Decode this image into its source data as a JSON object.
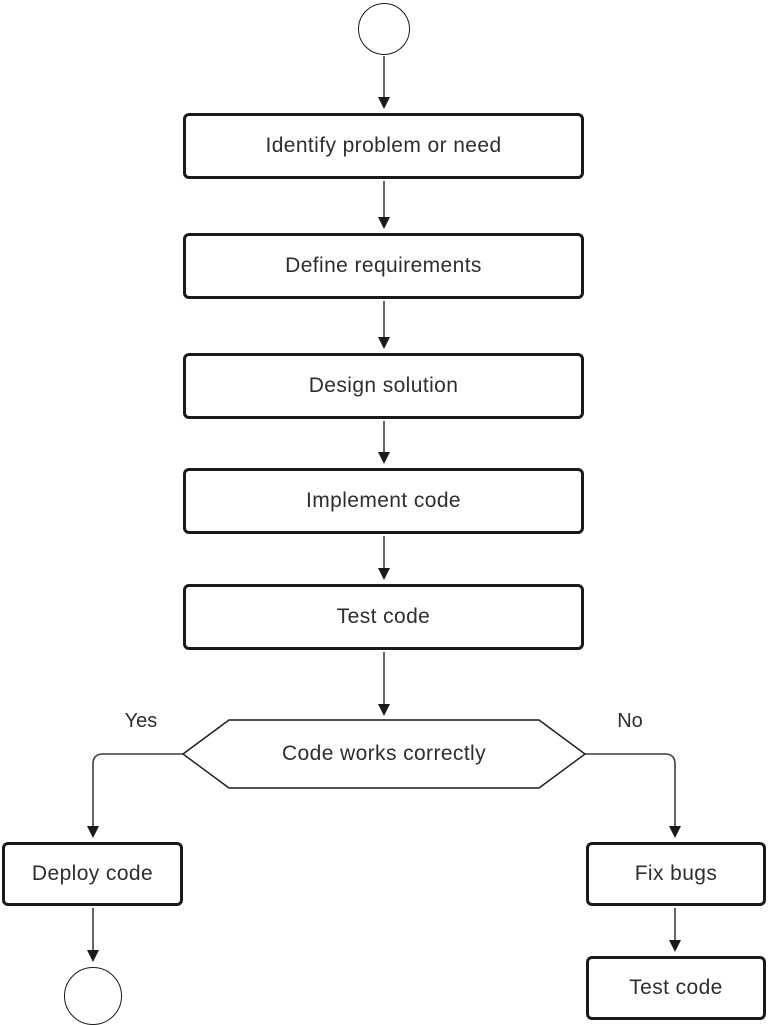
{
  "nodes": {
    "identify": {
      "label": "Identify problem or need"
    },
    "define": {
      "label": "Define requirements"
    },
    "design": {
      "label": "Design solution"
    },
    "implement": {
      "label": "Implement code"
    },
    "test": {
      "label": "Test code"
    },
    "decision": {
      "label": "Code works correctly"
    },
    "deploy": {
      "label": "Deploy code"
    },
    "fix_bugs": {
      "label": "Fix bugs"
    },
    "retest": {
      "label": "Test code"
    }
  },
  "branches": {
    "yes": "Yes",
    "no": "No"
  },
  "colors": {
    "border": "#1a1a1a",
    "text": "#2e2e2e",
    "edge": "#3f3f3f",
    "background": "#ffffff"
  }
}
